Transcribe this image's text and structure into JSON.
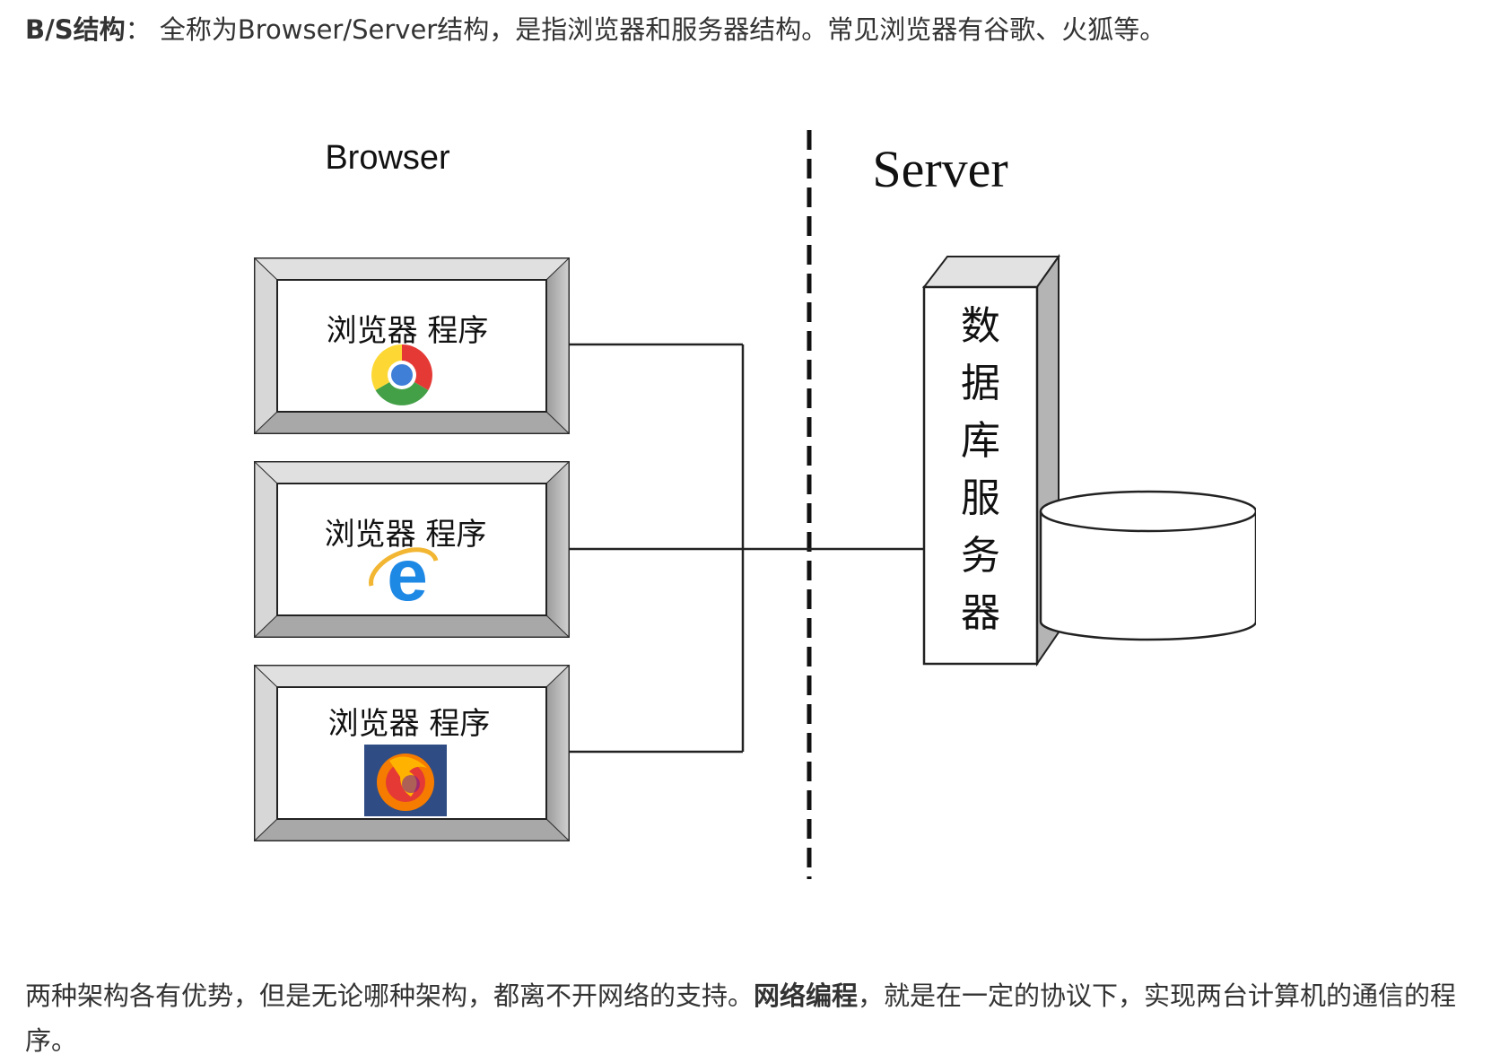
{
  "intro": {
    "term": "B/S结构",
    "colon": "：",
    "text": "全称为Browser/Server结构，是指浏览器和服务器结构。常见浏览器有谷歌、火狐等。"
  },
  "diagram": {
    "browser_title": "Browser",
    "server_title": "Server",
    "clients": [
      {
        "label": "浏览器 程序",
        "icon": "chrome-icon"
      },
      {
        "label": "浏览器 程序",
        "icon": "internet-explorer-icon"
      },
      {
        "label": "浏览器 程序",
        "icon": "firefox-icon"
      }
    ],
    "server_chars": [
      "数",
      "据",
      "库",
      "服",
      "务",
      "器"
    ],
    "database_icon": "database-cylinder-icon"
  },
  "outro": {
    "text_a": "两种架构各有优势，但是无论哪种架构，都离不开网络的支持。",
    "bold": "网络编程",
    "text_b": "，就是在一定的协议下，实现两台计算机的通信的程序。"
  }
}
